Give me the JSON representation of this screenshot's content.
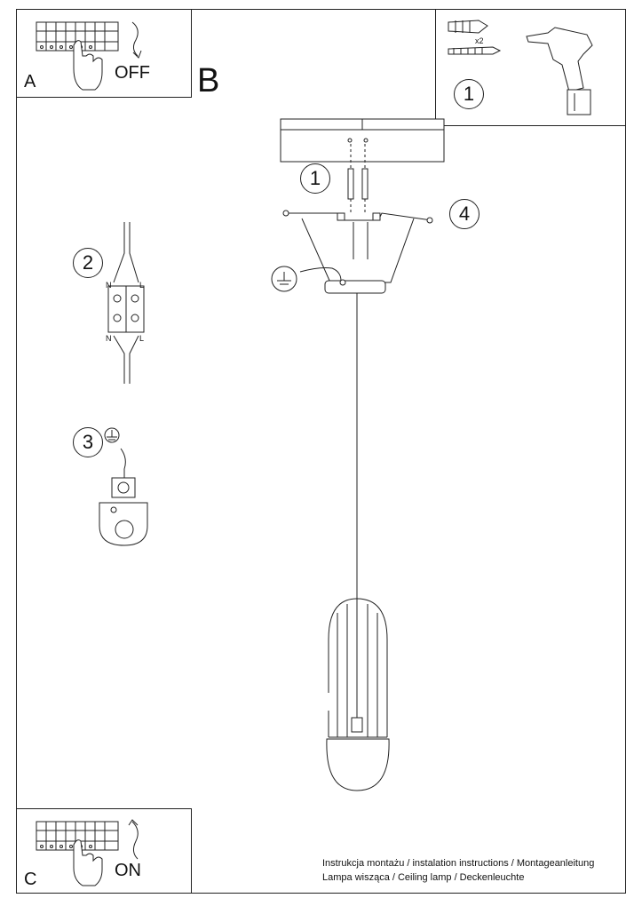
{
  "panel_a": {
    "letter": "A",
    "action": "OFF"
  },
  "panel_b": {
    "letter": "B"
  },
  "panel_c": {
    "letter": "C",
    "action": "ON"
  },
  "drill_panel": {
    "step": "1",
    "quantity": "x2"
  },
  "steps": {
    "mount": "1",
    "wiring": "2",
    "ground": "3",
    "screws": "4"
  },
  "terminal": {
    "n_top": "N",
    "l_top": "L",
    "n_bottom": "N",
    "l_bottom": "L"
  },
  "footer": {
    "line1": "Instrukcja montażu / instalation instructions / Montageanleitung",
    "line2": "Lampa wisząca / Ceiling lamp / Deckenleuchte"
  }
}
